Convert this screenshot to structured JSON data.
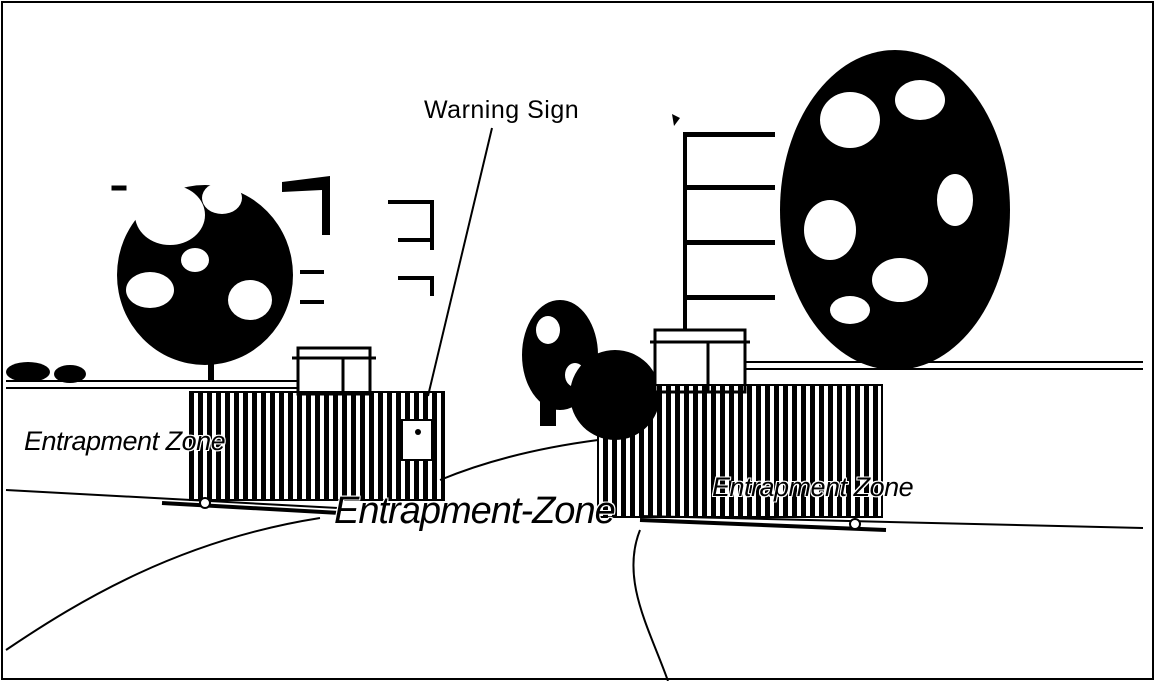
{
  "diagram": {
    "callout_label": "Warning Sign",
    "zone_labels": {
      "left": "Entrapment Zone",
      "center": "Entrapment-Zone",
      "right": "Entrapment Zone"
    },
    "colors": {
      "ink": "#000000",
      "paper": "#ffffff"
    }
  }
}
